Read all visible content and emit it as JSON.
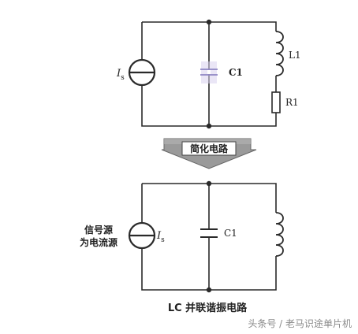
{
  "top_circuit": {
    "source_label": "I",
    "source_subscript": "s",
    "capacitor_label": "C1",
    "inductor_label": "L1",
    "resistor_label": "R1"
  },
  "arrow": {
    "label": "简化电路"
  },
  "bottom_circuit": {
    "source_note_line1": "信号源",
    "source_note_line2": "为电流源",
    "source_label": "I",
    "source_subscript": "s",
    "capacitor_label": "C1"
  },
  "caption": "LC 并联谐振电路",
  "watermark": "头条号 / 老马识途单片机",
  "colors": {
    "wire": "#2a2a2a",
    "arrow_fill": "#9a9a9a",
    "capacitor_blur": "#b8b0d8",
    "watermark": "#8a8a8a"
  }
}
